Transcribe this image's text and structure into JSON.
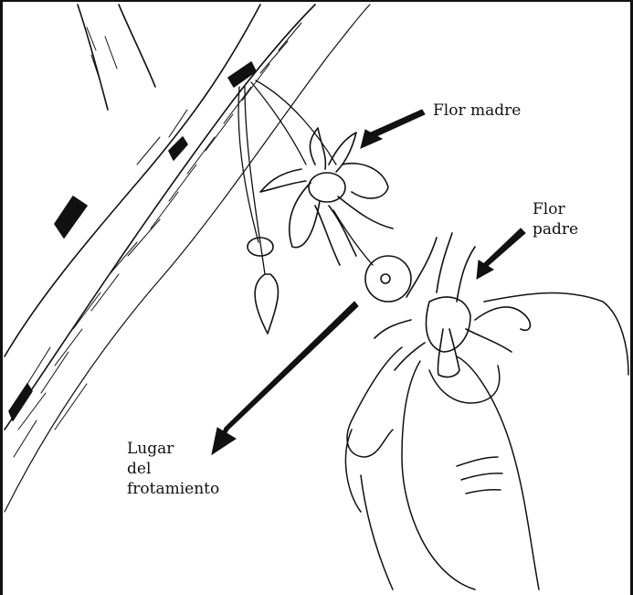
{
  "labels": {
    "mother_flower": "Flor madre",
    "father_flower": [
      "Flor",
      "padre"
    ],
    "rubbing_place": [
      "Lugar",
      "del",
      "frotamiento"
    ]
  },
  "colors": {
    "ink": "#111111",
    "paper": "#ffffff"
  }
}
